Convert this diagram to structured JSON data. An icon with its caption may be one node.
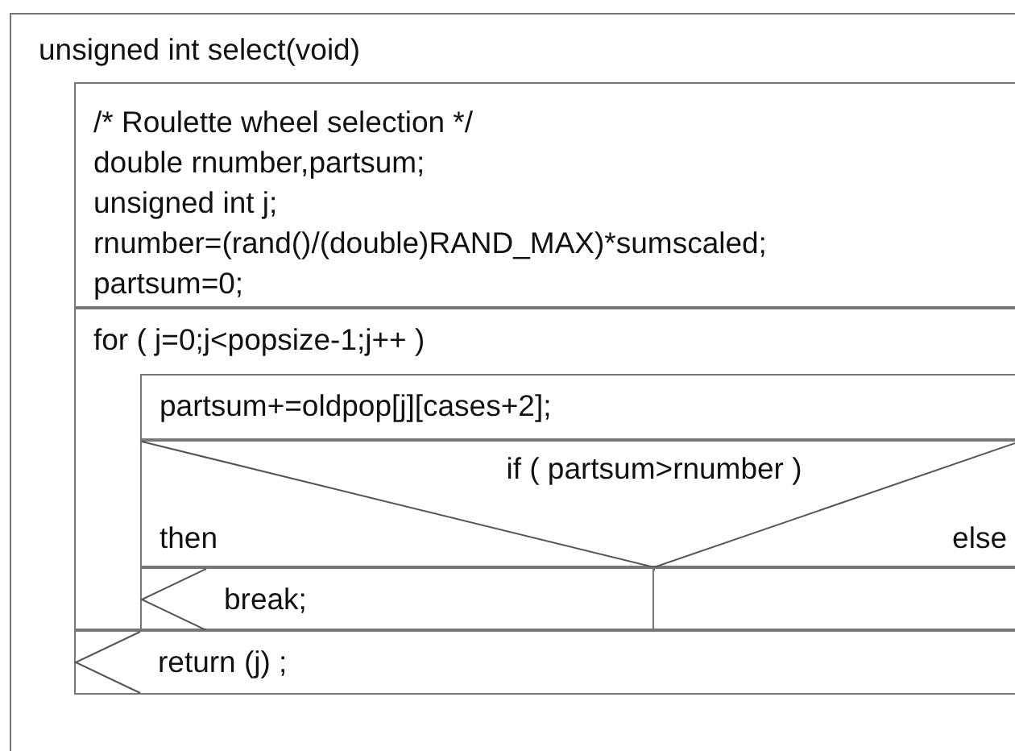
{
  "diagram": {
    "nodes": [
      {
        "text": [
          "unsigned int select(void)"
        ]
      },
      {
        "text": [
          "/* Roulette wheel selection */",
          "double rnumber,partsum;",
          "unsigned int j;",
          "rnumber=(rand()/(double)RAND_MAX)*sumscaled;",
          "partsum=0;"
        ],
        "in": 0
      },
      {
        "text": [
          "for ( j=0;j<popsize-1;j++ )"
        ],
        "in": 0
      },
      {
        "text": [
          "partsum+=oldpop[j][cases+2];"
        ],
        "in": 2
      },
      {
        "text": [
          "if ( partsum>rnumber )",
          "then",
          "else"
        ],
        "in": 2
      },
      {
        "text": [
          "break;"
        ],
        "in": 2
      },
      {
        "text": [],
        "shape": "box",
        "in": 2
      },
      {
        "text": [
          "return (j) ;"
        ],
        "in": 0
      }
    ],
    "edges": []
  }
}
